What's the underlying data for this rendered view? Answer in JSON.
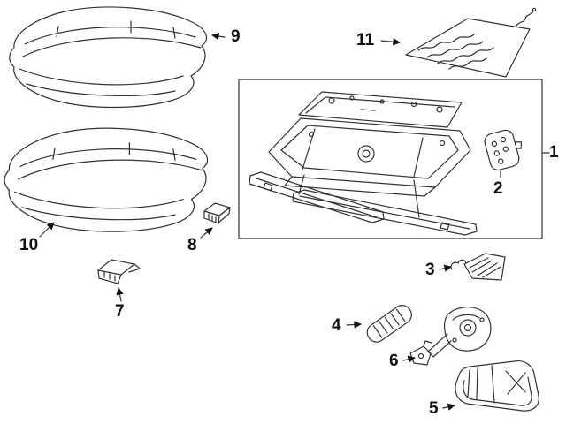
{
  "diagram": {
    "background": "#ffffff",
    "line_color": "#333333",
    "label_color": "#111111"
  },
  "callouts": {
    "c1": {
      "label": "1"
    },
    "c2": {
      "label": "2"
    },
    "c3": {
      "label": "3"
    },
    "c4": {
      "label": "4"
    },
    "c5": {
      "label": "5"
    },
    "c6": {
      "label": "6"
    },
    "c7": {
      "label": "7"
    },
    "c8": {
      "label": "8"
    },
    "c9": {
      "label": "9"
    },
    "c10": {
      "label": "10"
    },
    "c11": {
      "label": "11"
    }
  }
}
